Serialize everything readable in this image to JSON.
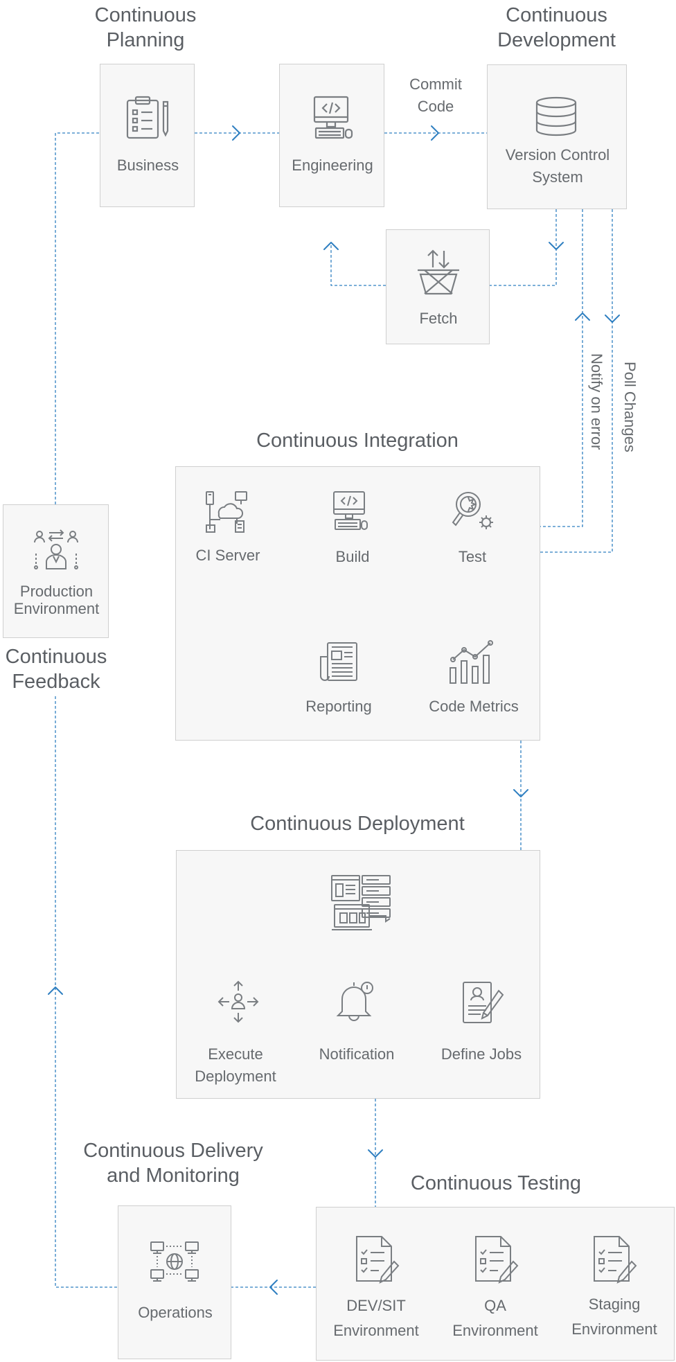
{
  "stages": {
    "planning": "Continuous\nPlanning",
    "development": "Continuous\nDevelopment",
    "integration": "Continuous Integration",
    "deployment": "Continuous Deployment",
    "delivery": "Continuous Delivery\nand Monitoring",
    "testing": "Continuous Testing",
    "feedback": "Continuous\nFeedback"
  },
  "nodes": {
    "business": "Business",
    "engineering": "Engineering",
    "vcs": "Version Control\nSystem",
    "fetch": "Fetch",
    "production": "Production\nEnvironment",
    "ci_server": "CI Server",
    "build": "Build",
    "test": "Test",
    "reporting": "Reporting",
    "code_metrics": "Code Metrics",
    "execute_deployment": "Execute\nDeployment",
    "notification": "Notification",
    "define_jobs": "Define Jobs",
    "operations": "Operations",
    "dev_sit": "DEV/SIT\nEnvironment",
    "qa": "QA\nEnvironment",
    "staging": "Staging\nEnvironment"
  },
  "edges": {
    "commit_code": "Commit\nCode",
    "notify_on_error": "Notify on error",
    "poll_changes": "Poll Changes"
  },
  "colors": {
    "connector": "#2f7fc1",
    "box_fill": "#f7f7f7",
    "box_border": "#cfcfcf",
    "icon": "#7a7e82",
    "text": "#5f6368"
  }
}
